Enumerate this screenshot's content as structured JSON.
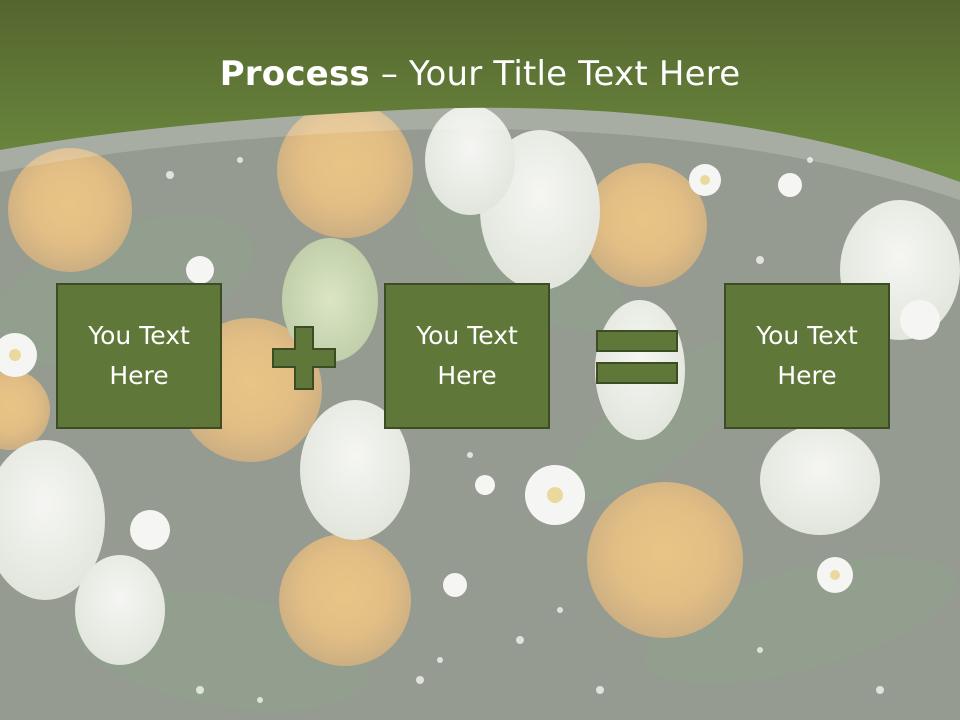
{
  "slide": {
    "title_bold": "Process",
    "title_rest": " – Your Title Text Here",
    "boxes": [
      {
        "text": "You Text Here"
      },
      {
        "text": "You Text Here"
      },
      {
        "text": "You Text Here"
      }
    ],
    "operators": [
      "plus",
      "equals"
    ],
    "colors": {
      "header_green": "#6a8a3e",
      "box_fill": "#5f7739",
      "box_border": "#3d4c24",
      "text": "#ffffff"
    }
  }
}
